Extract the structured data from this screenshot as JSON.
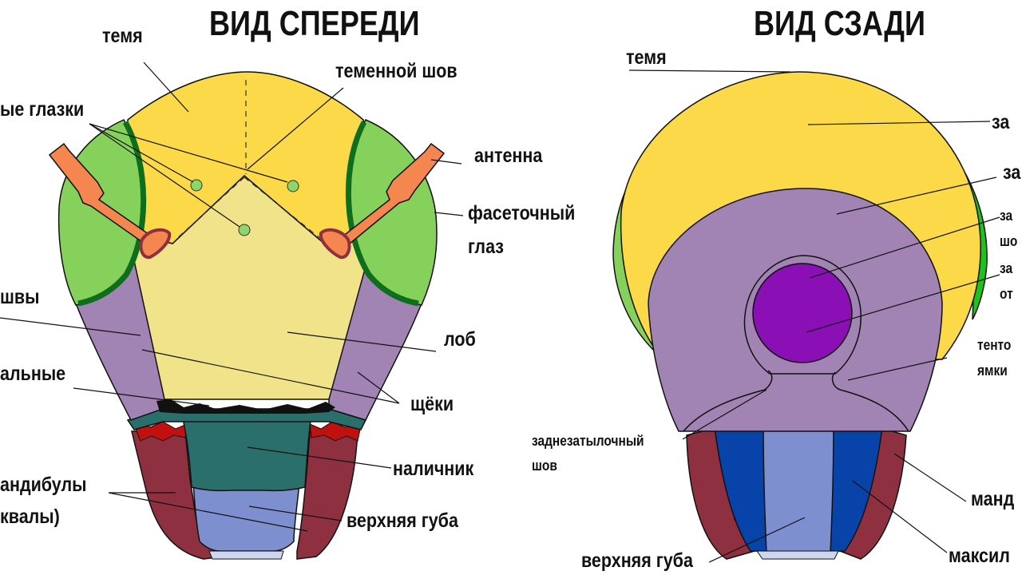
{
  "titles": {
    "front": "ВИД СПЕРЕДИ",
    "back": "ВИД СЗАДИ"
  },
  "front_labels": {
    "vertex": "темя",
    "epicranial_suture": "теменной шов",
    "ocelli": "ые глазки",
    "antenna": "антенна",
    "compound_eye_1": "фасеточный",
    "compound_eye_2": "глаз",
    "sutures": "швы",
    "frons": "лоб",
    "frontal": "альные",
    "cheeks": "щёки",
    "clypeus": "наличник",
    "mandibles_1": "андибулы",
    "mandibles_2": "квалы)",
    "labrum": "верхняя губа"
  },
  "back_labels": {
    "vertex": "темя",
    "occiput": "за",
    "postgena": "за",
    "occipital_suture_1": "за",
    "occipital_suture_2": "шо",
    "foramen_1": "за",
    "foramen_2": "от",
    "tentorial_1": "тенто",
    "tentorial_2": "ямки",
    "postoccipital_1": "заднезатылочный",
    "postoccipital_2": "шов",
    "mandible": "манд",
    "labrum": "верхняя губа",
    "maxilla": "максил"
  },
  "colors": {
    "vertex_yellow": "#fbd948",
    "frons_pale": "#f0e38a",
    "eye_green": "#86d05c",
    "eye_rim": "#0d6e1c",
    "gena_lilac": "#a184b3",
    "clypeus_teal": "#2a6f6c",
    "labrum_blue": "#7e8fd0",
    "mandible_maroon": "#8f3040",
    "antenna_orange": "#f68650",
    "ocellus": "#8fd66a",
    "foramen_purple": "#8a10b5",
    "maxilla_blue": "#0843aa",
    "back_eye_green": "#1ec21e"
  }
}
